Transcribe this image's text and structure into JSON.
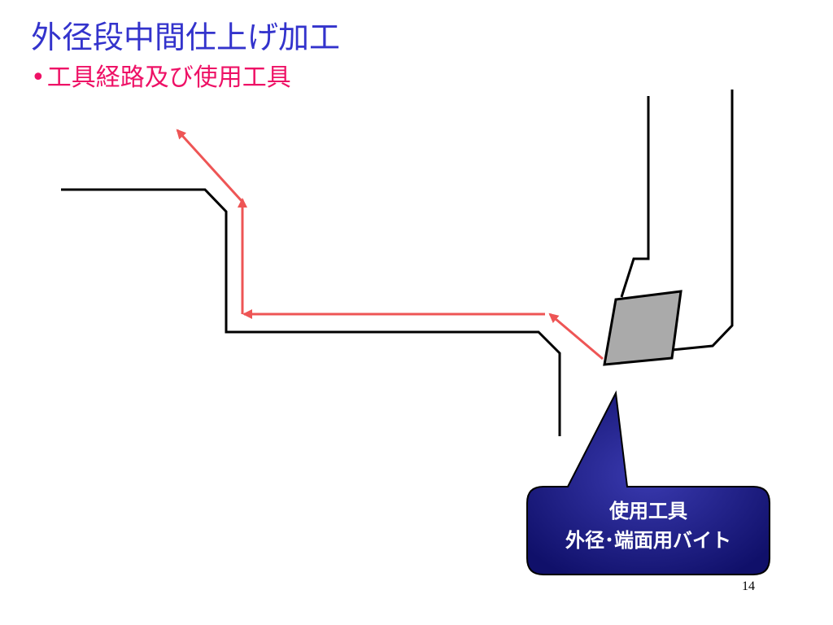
{
  "slide": {
    "title": "外径段中間仕上げ加工",
    "subtitle_bullet": "•",
    "subtitle": "工具経路及び使用工具",
    "callout": {
      "line1": "使用工具",
      "line2": "外径･端面用バイト"
    },
    "page_number": "14"
  },
  "colors": {
    "title": "#3333cc",
    "subtitle": "#ee1166",
    "tool_path": "#ee5555",
    "workpiece_outline": "#000000",
    "tool_insert": "#aaaaaa",
    "callout_fill": "#1a1a80",
    "callout_text": "#ffffff"
  }
}
